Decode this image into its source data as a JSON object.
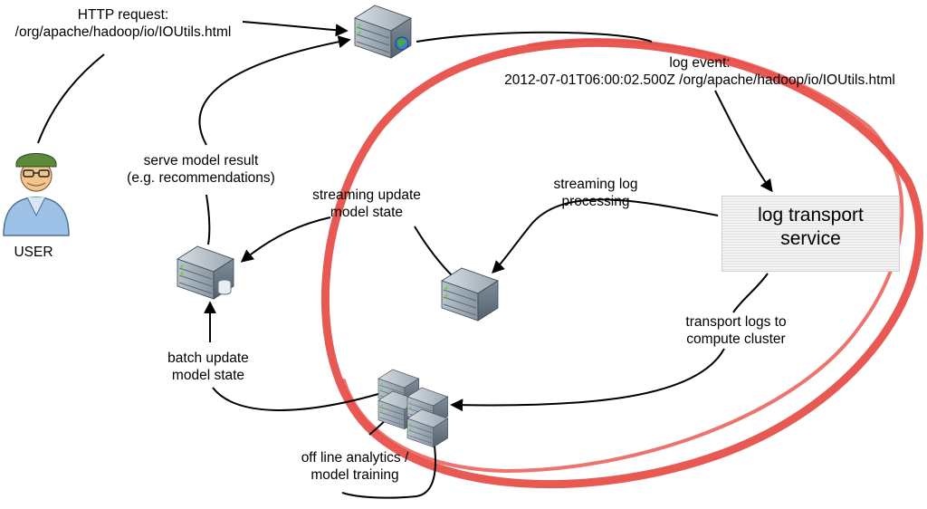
{
  "labels": {
    "http_request": [
      "HTTP request:",
      "/org/apache/hadoop/io/IOUtils.html"
    ],
    "log_event": [
      "log event:",
      "2012-07-01T06:00:02.500Z /org/apache/hadoop/io/IOUtils.html"
    ],
    "user": "USER",
    "serve_model": [
      "serve model result",
      "(e.g. recommendations)"
    ],
    "streaming_update": [
      "streaming update",
      "model state"
    ],
    "streaming_log": [
      "streaming log",
      "processing"
    ],
    "log_transport": [
      "log transport",
      "service"
    ],
    "transport_logs": [
      "transport logs to",
      "compute cluster"
    ],
    "batch_update": [
      "batch update",
      "model state"
    ],
    "offline": [
      "off line analytics /",
      "model training"
    ]
  },
  "colors": {
    "highlight_ellipse": "#e8504a",
    "arrow": "#000000",
    "server_body": "#8c9aa6",
    "server_dark": "#4d5b66",
    "user_hat": "#5b8a3a",
    "user_shirt": "#9ec1e8"
  },
  "icons": {
    "web_server": "server-globe-icon",
    "model_server": "server-database-icon",
    "stream_server": "server-icon",
    "cluster": "server-cluster-icon",
    "user": "user-icon"
  }
}
